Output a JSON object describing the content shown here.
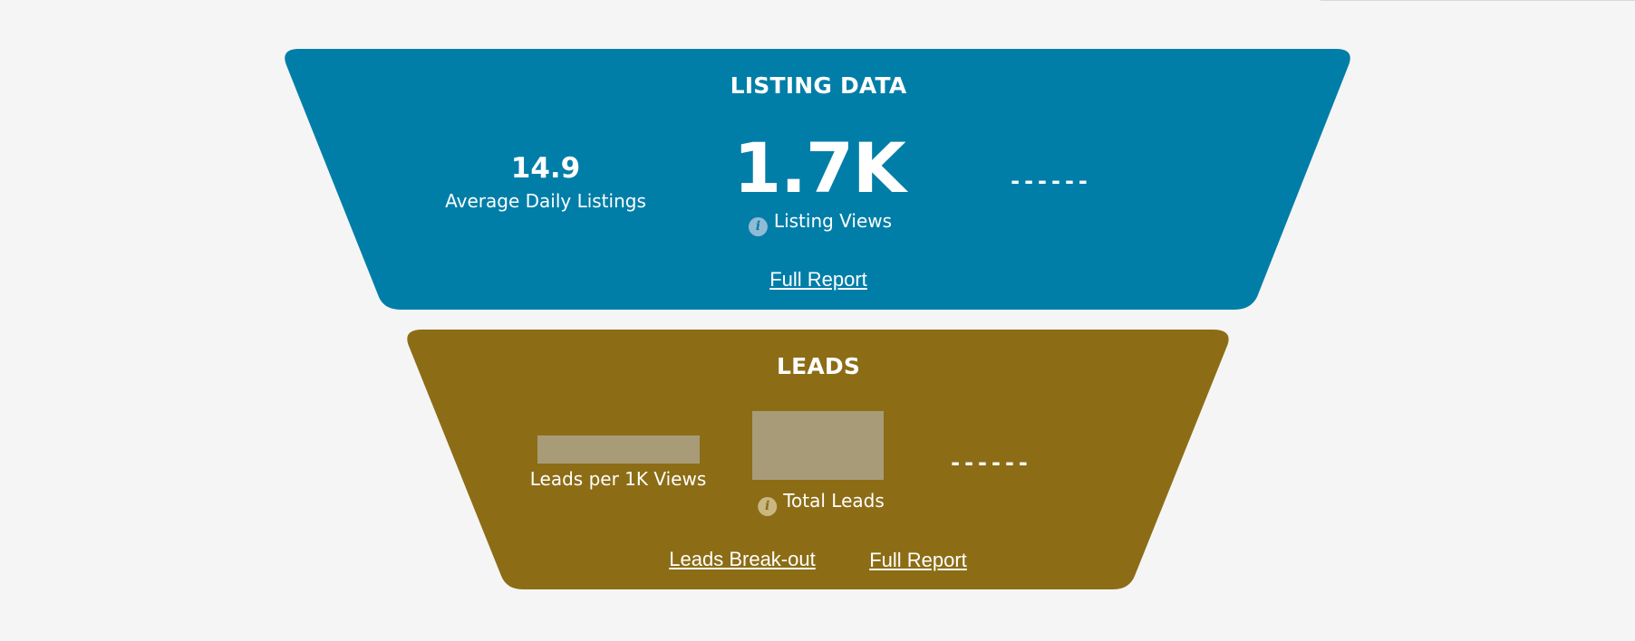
{
  "colors": {
    "background": "#f5f5f5",
    "listing_panel": "#007ea8",
    "leads_panel": "#8c6d16",
    "text": "#ffffff",
    "placeholder": "#a89b78"
  },
  "listing": {
    "title": "LISTING DATA",
    "avg_daily_value": "14.9",
    "avg_daily_label": "Average Daily Listings",
    "views_value": "1.7K",
    "views_label": "Listing Views",
    "views_info_icon": "i",
    "third_stat": "------",
    "full_report_label": "Full Report"
  },
  "leads": {
    "title": "LEADS",
    "per_1k_label": "Leads per 1K Views",
    "total_label": "Total Leads",
    "total_info_icon": "i",
    "third_stat": "------",
    "breakout_label": "Leads Break-out",
    "full_report_label": "Full Report"
  }
}
